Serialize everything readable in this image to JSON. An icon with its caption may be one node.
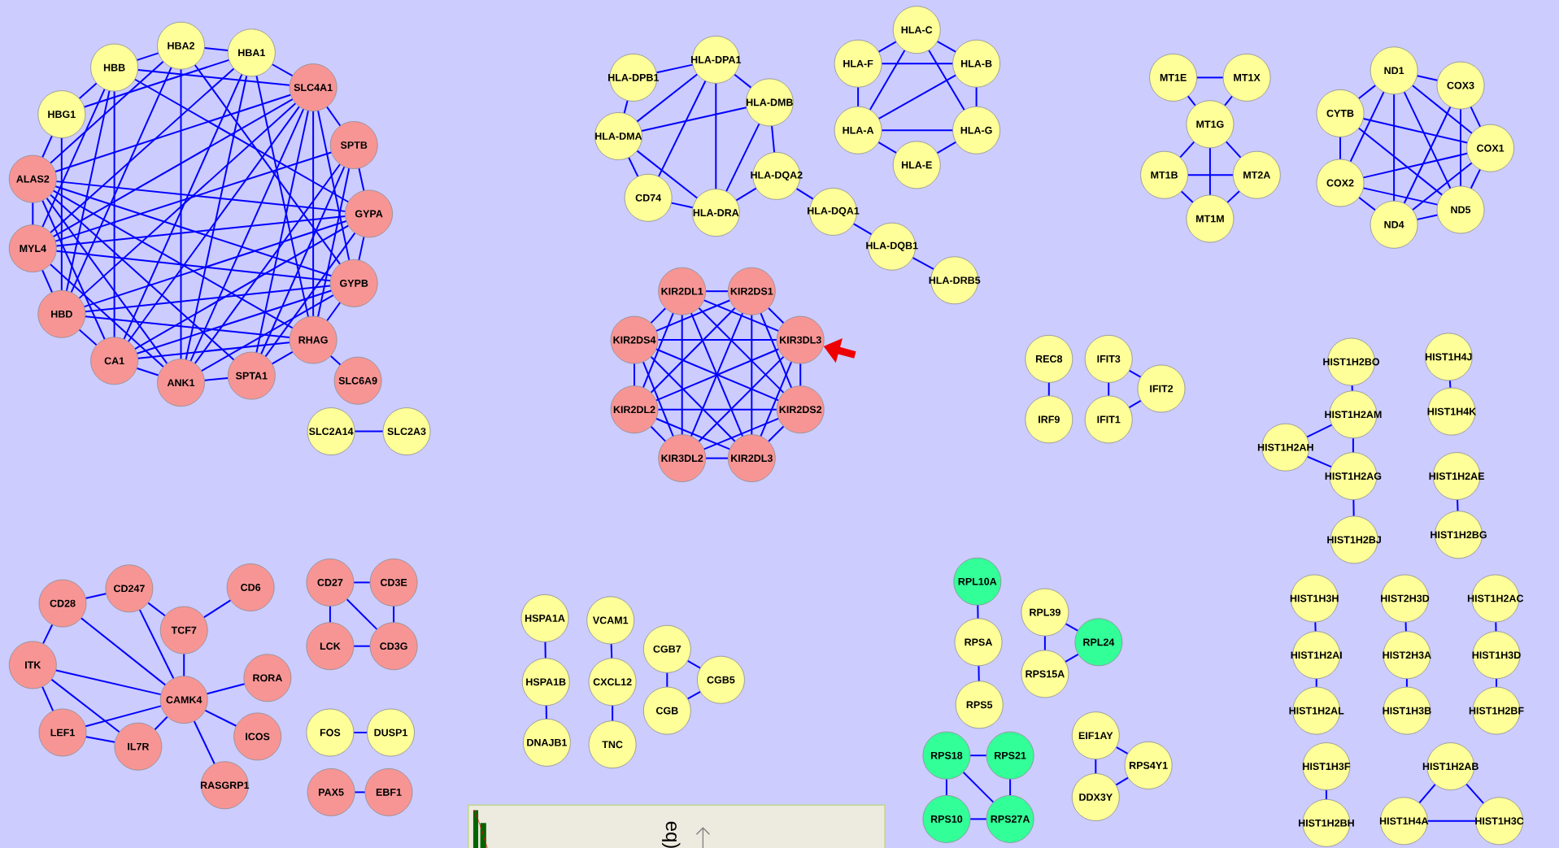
{
  "diagram": {
    "nodes": [
      {
        "text": [
          "HBB"
        ]
      },
      {
        "text": [
          "HBA2"
        ]
      },
      {
        "text": [
          "HBA1"
        ]
      },
      {
        "text": [
          "SLC4A1"
        ]
      },
      {
        "text": [
          "SPTB"
        ]
      },
      {
        "text": [
          "GYPA"
        ]
      },
      {
        "text": [
          "GYPB"
        ]
      },
      {
        "text": [
          "RHAG"
        ]
      },
      {
        "text": [
          "SPTA1"
        ]
      },
      {
        "text": [
          "ANK1"
        ]
      },
      {
        "text": [
          "CA1"
        ]
      },
      {
        "text": [
          "HBD"
        ]
      },
      {
        "text": [
          "MYL4"
        ]
      },
      {
        "text": [
          "ALAS2"
        ]
      },
      {
        "text": [
          "HBG1"
        ]
      },
      {
        "text": [
          "SLC6A9"
        ]
      },
      {
        "text": [
          "SLC2A14"
        ]
      },
      {
        "text": [
          "SLC2A3"
        ]
      },
      {
        "text": [
          "HLA-DPB1"
        ]
      },
      {
        "text": [
          "HLA-DPA1"
        ]
      },
      {
        "text": [
          "HLA-DMB"
        ]
      },
      {
        "text": [
          "HLA-DMA"
        ]
      },
      {
        "text": [
          "CD74"
        ]
      },
      {
        "text": [
          "HLA-DRA"
        ]
      },
      {
        "text": [
          "HLA-DQA2"
        ]
      },
      {
        "text": [
          "HLA-DQA1"
        ]
      },
      {
        "text": [
          "HLA-DQB1"
        ]
      },
      {
        "text": [
          "HLA-DRB5"
        ]
      },
      {
        "text": [
          "HLA-C"
        ]
      },
      {
        "text": [
          "HLA-F"
        ]
      },
      {
        "text": [
          "HLA-B"
        ]
      },
      {
        "text": [
          "HLA-A"
        ]
      },
      {
        "text": [
          "HLA-G"
        ]
      },
      {
        "text": [
          "HLA-E"
        ]
      },
      {
        "text": [
          "MT1E"
        ]
      },
      {
        "text": [
          "MT1X"
        ]
      },
      {
        "text": [
          "MT1G"
        ]
      },
      {
        "text": [
          "MT1B"
        ]
      },
      {
        "text": [
          "MT2A"
        ]
      },
      {
        "text": [
          "MT1M"
        ]
      },
      {
        "text": [
          "ND1"
        ]
      },
      {
        "text": [
          "COX3"
        ]
      },
      {
        "text": [
          "CYTB"
        ]
      },
      {
        "text": [
          "COX1"
        ]
      },
      {
        "text": [
          "COX2"
        ]
      },
      {
        "text": [
          "ND5"
        ]
      },
      {
        "text": [
          "ND4"
        ]
      },
      {
        "text": [
          "KIR2DL1"
        ]
      },
      {
        "text": [
          "KIR2DS1"
        ]
      },
      {
        "text": [
          "KIR2DS4"
        ]
      },
      {
        "text": [
          "KIR3DL3"
        ]
      },
      {
        "text": [
          "KIR2DL2"
        ]
      },
      {
        "text": [
          "KIR2DS2"
        ]
      },
      {
        "text": [
          "KIR3DL2"
        ]
      },
      {
        "text": [
          "KIR2DL3"
        ]
      },
      {
        "text": [
          "REC8"
        ]
      },
      {
        "text": [
          "IRF9"
        ]
      },
      {
        "text": [
          "IFIT3"
        ]
      },
      {
        "text": [
          "IFIT2"
        ]
      },
      {
        "text": [
          "IFIT1"
        ]
      },
      {
        "text": [
          "HIST1H2BO"
        ]
      },
      {
        "text": [
          "HIST1H2AM"
        ]
      },
      {
        "text": [
          "HIST1H2AH"
        ]
      },
      {
        "text": [
          "HIST1H2AG"
        ]
      },
      {
        "text": [
          "HIST1H2BJ"
        ]
      },
      {
        "text": [
          "HIST1H4J"
        ]
      },
      {
        "text": [
          "HIST1H4K"
        ]
      },
      {
        "text": [
          "HIST1H2AE"
        ]
      },
      {
        "text": [
          "HIST1H2BG"
        ]
      },
      {
        "text": [
          "CD28"
        ]
      },
      {
        "text": [
          "CD247"
        ]
      },
      {
        "text": [
          "CD6"
        ]
      },
      {
        "text": [
          "TCF7"
        ]
      },
      {
        "text": [
          "ITK"
        ]
      },
      {
        "text": [
          "RORA"
        ]
      },
      {
        "text": [
          "CAMK4"
        ]
      },
      {
        "text": [
          "LEF1"
        ]
      },
      {
        "text": [
          "IL7R"
        ]
      },
      {
        "text": [
          "ICOS"
        ]
      },
      {
        "text": [
          "RASGRP1"
        ]
      },
      {
        "text": [
          "CD27"
        ]
      },
      {
        "text": [
          "CD3E"
        ]
      },
      {
        "text": [
          "LCK"
        ]
      },
      {
        "text": [
          "CD3G"
        ]
      },
      {
        "text": [
          "FOS"
        ]
      },
      {
        "text": [
          "DUSP1"
        ]
      },
      {
        "text": [
          "PAX5"
        ]
      },
      {
        "text": [
          "EBF1"
        ]
      },
      {
        "text": [
          "HSPA1A"
        ]
      },
      {
        "text": [
          "HSPA1B"
        ]
      },
      {
        "text": [
          "DNAJB1"
        ]
      },
      {
        "text": [
          "VCAM1"
        ]
      },
      {
        "text": [
          "CXCL12"
        ]
      },
      {
        "text": [
          "TNC"
        ]
      },
      {
        "text": [
          "CGB7"
        ]
      },
      {
        "text": [
          "CGB5"
        ]
      },
      {
        "text": [
          "CGB"
        ]
      },
      {
        "text": [
          "RPL10A"
        ]
      },
      {
        "text": [
          "RPSA"
        ]
      },
      {
        "text": [
          "RPS5"
        ]
      },
      {
        "text": [
          "RPL39"
        ]
      },
      {
        "text": [
          "RPL24"
        ]
      },
      {
        "text": [
          "RPS15A"
        ]
      },
      {
        "text": [
          "RPS18"
        ]
      },
      {
        "text": [
          "RPS21"
        ]
      },
      {
        "text": [
          "RPS10"
        ]
      },
      {
        "text": [
          "RPS27A"
        ]
      },
      {
        "text": [
          "EIF1AY"
        ]
      },
      {
        "text": [
          "RPS4Y1"
        ]
      },
      {
        "text": [
          "DDX3Y"
        ]
      },
      {
        "text": [
          "HIST1H3H"
        ]
      },
      {
        "text": [
          "HIST2H3D"
        ]
      },
      {
        "text": [
          "HIST1H2AC"
        ]
      },
      {
        "text": [
          "HIST1H2AI"
        ]
      },
      {
        "text": [
          "HIST2H3A"
        ]
      },
      {
        "text": [
          "HIST1H3D"
        ]
      },
      {
        "text": [
          "HIST1H2AL"
        ]
      },
      {
        "text": [
          "HIST1H3B"
        ]
      },
      {
        "text": [
          "HIST1H2BF"
        ]
      },
      {
        "text": [
          "HIST1H3F"
        ]
      },
      {
        "text": [
          "HIST1H2AB"
        ]
      },
      {
        "text": [
          "HIST1H2BH"
        ]
      },
      {
        "text": [
          "HIST1H4A"
        ]
      },
      {
        "text": [
          "HIST1H3C"
        ]
      }
    ],
    "edges": [
      {
        "from": 0,
        "to": 1,
        "arrow": "none"
      },
      {
        "from": 0,
        "to": 14,
        "arrow": "none"
      },
      {
        "from": 0,
        "to": 3,
        "arrow": "none"
      },
      {
        "from": 0,
        "to": 5,
        "arrow": "none"
      },
      {
        "from": 0,
        "to": 10,
        "arrow": "none"
      },
      {
        "from": 0,
        "to": 11,
        "arrow": "none"
      },
      {
        "from": 0,
        "to": 12,
        "arrow": "none"
      },
      {
        "from": 1,
        "to": 2,
        "arrow": "none"
      },
      {
        "from": 1,
        "to": 6,
        "arrow": "none"
      },
      {
        "from": 1,
        "to": 9,
        "arrow": "none"
      },
      {
        "from": 1,
        "to": 11,
        "arrow": "none"
      },
      {
        "from": 1,
        "to": 13,
        "arrow": "none"
      },
      {
        "from": 2,
        "to": 14,
        "arrow": "none"
      },
      {
        "from": 2,
        "to": 3,
        "arrow": "none"
      },
      {
        "from": 2,
        "to": 7,
        "arrow": "none"
      },
      {
        "from": 2,
        "to": 10,
        "arrow": "none"
      },
      {
        "from": 2,
        "to": 9,
        "arrow": "none"
      },
      {
        "from": 2,
        "to": 12,
        "arrow": "none"
      },
      {
        "from": 14,
        "to": 13,
        "arrow": "none"
      },
      {
        "from": 14,
        "to": 11,
        "arrow": "none"
      },
      {
        "from": 3,
        "to": 4,
        "arrow": "none"
      },
      {
        "from": 3,
        "to": 6,
        "arrow": "none"
      },
      {
        "from": 3,
        "to": 7,
        "arrow": "none"
      },
      {
        "from": 3,
        "to": 8,
        "arrow": "none"
      },
      {
        "from": 3,
        "to": 9,
        "arrow": "none"
      },
      {
        "from": 3,
        "to": 13,
        "arrow": "none"
      },
      {
        "from": 3,
        "to": 12,
        "arrow": "none"
      },
      {
        "from": 3,
        "to": 11,
        "arrow": "none"
      },
      {
        "from": 3,
        "to": 10,
        "arrow": "none"
      },
      {
        "from": 4,
        "to": 5,
        "arrow": "none"
      },
      {
        "from": 4,
        "to": 7,
        "arrow": "none"
      },
      {
        "from": 4,
        "to": 8,
        "arrow": "none"
      },
      {
        "from": 4,
        "to": 9,
        "arrow": "none"
      },
      {
        "from": 4,
        "to": 12,
        "arrow": "none"
      },
      {
        "from": 5,
        "to": 6,
        "arrow": "none"
      },
      {
        "from": 5,
        "to": 8,
        "arrow": "none"
      },
      {
        "from": 5,
        "to": 13,
        "arrow": "none"
      },
      {
        "from": 5,
        "to": 12,
        "arrow": "none"
      },
      {
        "from": 5,
        "to": 10,
        "arrow": "none"
      },
      {
        "from": 5,
        "to": 11,
        "arrow": "none"
      },
      {
        "from": 6,
        "to": 7,
        "arrow": "none"
      },
      {
        "from": 6,
        "to": 9,
        "arrow": "none"
      },
      {
        "from": 6,
        "to": 10,
        "arrow": "none"
      },
      {
        "from": 6,
        "to": 11,
        "arrow": "none"
      },
      {
        "from": 6,
        "to": 12,
        "arrow": "none"
      },
      {
        "from": 6,
        "to": 13,
        "arrow": "none"
      },
      {
        "from": 7,
        "to": 8,
        "arrow": "none"
      },
      {
        "from": 7,
        "to": 10,
        "arrow": "none"
      },
      {
        "from": 7,
        "to": 11,
        "arrow": "none"
      },
      {
        "from": 7,
        "to": 13,
        "arrow": "none"
      },
      {
        "from": 7,
        "to": 15,
        "arrow": "none"
      },
      {
        "from": 8,
        "to": 9,
        "arrow": "none"
      },
      {
        "from": 8,
        "to": 13,
        "arrow": "none"
      },
      {
        "from": 9,
        "to": 10,
        "arrow": "none"
      },
      {
        "from": 9,
        "to": 12,
        "arrow": "none"
      },
      {
        "from": 9,
        "to": 13,
        "arrow": "none"
      },
      {
        "from": 10,
        "to": 11,
        "arrow": "none"
      },
      {
        "from": 10,
        "to": 13,
        "arrow": "none"
      },
      {
        "from": 11,
        "to": 12,
        "arrow": "none"
      },
      {
        "from": 12,
        "to": 13,
        "arrow": "none"
      },
      {
        "from": 16,
        "to": 17,
        "arrow": "none"
      },
      {
        "from": 18,
        "to": 19,
        "arrow": "none"
      },
      {
        "from": 18,
        "to": 21,
        "arrow": "none"
      },
      {
        "from": 19,
        "to": 20,
        "arrow": "none"
      },
      {
        "from": 19,
        "to": 21,
        "arrow": "none"
      },
      {
        "from": 19,
        "to": 23,
        "arrow": "none"
      },
      {
        "from": 19,
        "to": 22,
        "arrow": "none"
      },
      {
        "from": 20,
        "to": 21,
        "arrow": "none"
      },
      {
        "from": 20,
        "to": 24,
        "arrow": "none"
      },
      {
        "from": 20,
        "to": 23,
        "arrow": "none"
      },
      {
        "from": 21,
        "to": 22,
        "arrow": "none"
      },
      {
        "from": 21,
        "to": 23,
        "arrow": "none"
      },
      {
        "from": 22,
        "to": 23,
        "arrow": "none"
      },
      {
        "from": 23,
        "to": 24,
        "arrow": "none"
      },
      {
        "from": 24,
        "to": 25,
        "arrow": "none"
      },
      {
        "from": 25,
        "to": 26,
        "arrow": "none"
      },
      {
        "from": 26,
        "to": 27,
        "arrow": "none"
      },
      {
        "from": 28,
        "to": 29,
        "arrow": "none"
      },
      {
        "from": 28,
        "to": 30,
        "arrow": "none"
      },
      {
        "from": 28,
        "to": 31,
        "arrow": "none"
      },
      {
        "from": 28,
        "to": 32,
        "arrow": "none"
      },
      {
        "from": 29,
        "to": 30,
        "arrow": "none"
      },
      {
        "from": 29,
        "to": 31,
        "arrow": "none"
      },
      {
        "from": 30,
        "to": 31,
        "arrow": "none"
      },
      {
        "from": 30,
        "to": 32,
        "arrow": "none"
      },
      {
        "from": 31,
        "to": 32,
        "arrow": "none"
      },
      {
        "from": 31,
        "to": 33,
        "arrow": "none"
      },
      {
        "from": 33,
        "to": 32,
        "arrow": "none"
      },
      {
        "from": 34,
        "to": 35,
        "arrow": "none"
      },
      {
        "from": 34,
        "to": 36,
        "arrow": "none"
      },
      {
        "from": 35,
        "to": 36,
        "arrow": "none"
      },
      {
        "from": 36,
        "to": 37,
        "arrow": "none"
      },
      {
        "from": 36,
        "to": 38,
        "arrow": "none"
      },
      {
        "from": 36,
        "to": 39,
        "arrow": "none"
      },
      {
        "from": 37,
        "to": 38,
        "arrow": "none"
      },
      {
        "from": 37,
        "to": 39,
        "arrow": "none"
      },
      {
        "from": 38,
        "to": 39,
        "arrow": "none"
      },
      {
        "from": 40,
        "to": 41,
        "arrow": "none"
      },
      {
        "from": 40,
        "to": 42,
        "arrow": "none"
      },
      {
        "from": 40,
        "to": 44,
        "arrow": "none"
      },
      {
        "from": 40,
        "to": 46,
        "arrow": "none"
      },
      {
        "from": 40,
        "to": 45,
        "arrow": "none"
      },
      {
        "from": 40,
        "to": 43,
        "arrow": "none"
      },
      {
        "from": 41,
        "to": 43,
        "arrow": "none"
      },
      {
        "from": 41,
        "to": 45,
        "arrow": "none"
      },
      {
        "from": 41,
        "to": 46,
        "arrow": "none"
      },
      {
        "from": 42,
        "to": 44,
        "arrow": "none"
      },
      {
        "from": 42,
        "to": 43,
        "arrow": "none"
      },
      {
        "from": 42,
        "to": 45,
        "arrow": "none"
      },
      {
        "from": 43,
        "to": 44,
        "arrow": "none"
      },
      {
        "from": 43,
        "to": 45,
        "arrow": "none"
      },
      {
        "from": 43,
        "to": 46,
        "arrow": "none"
      },
      {
        "from": 44,
        "to": 46,
        "arrow": "none"
      },
      {
        "from": 44,
        "to": 45,
        "arrow": "none"
      },
      {
        "from": 46,
        "to": 45,
        "arrow": "none"
      },
      {
        "from": 47,
        "to": 48,
        "arrow": "none"
      },
      {
        "from": 47,
        "to": 49,
        "arrow": "none"
      },
      {
        "from": 47,
        "to": 50,
        "arrow": "none"
      },
      {
        "from": 47,
        "to": 51,
        "arrow": "none"
      },
      {
        "from": 47,
        "to": 52,
        "arrow": "none"
      },
      {
        "from": 47,
        "to": 53,
        "arrow": "none"
      },
      {
        "from": 47,
        "to": 54,
        "arrow": "none"
      },
      {
        "from": 48,
        "to": 49,
        "arrow": "none"
      },
      {
        "from": 48,
        "to": 50,
        "arrow": "none"
      },
      {
        "from": 48,
        "to": 51,
        "arrow": "none"
      },
      {
        "from": 48,
        "to": 52,
        "arrow": "none"
      },
      {
        "from": 48,
        "to": 53,
        "arrow": "none"
      },
      {
        "from": 48,
        "to": 54,
        "arrow": "none"
      },
      {
        "from": 49,
        "to": 50,
        "arrow": "none"
      },
      {
        "from": 49,
        "to": 51,
        "arrow": "none"
      },
      {
        "from": 49,
        "to": 52,
        "arrow": "none"
      },
      {
        "from": 49,
        "to": 53,
        "arrow": "none"
      },
      {
        "from": 49,
        "to": 54,
        "arrow": "none"
      },
      {
        "from": 50,
        "to": 51,
        "arrow": "none"
      },
      {
        "from": 50,
        "to": 52,
        "arrow": "none"
      },
      {
        "from": 50,
        "to": 53,
        "arrow": "none"
      },
      {
        "from": 50,
        "to": 54,
        "arrow": "none"
      },
      {
        "from": 51,
        "to": 52,
        "arrow": "none"
      },
      {
        "from": 51,
        "to": 53,
        "arrow": "none"
      },
      {
        "from": 51,
        "to": 54,
        "arrow": "none"
      },
      {
        "from": 52,
        "to": 53,
        "arrow": "none"
      },
      {
        "from": 52,
        "to": 54,
        "arrow": "none"
      },
      {
        "from": 53,
        "to": 54,
        "arrow": "none"
      },
      {
        "from": 55,
        "to": 56,
        "arrow": "none"
      },
      {
        "from": 57,
        "to": 58,
        "arrow": "none"
      },
      {
        "from": 57,
        "to": 59,
        "arrow": "none"
      },
      {
        "from": 59,
        "to": 58,
        "arrow": "none"
      },
      {
        "from": 60,
        "to": 61,
        "arrow": "none"
      },
      {
        "from": 61,
        "to": 62,
        "arrow": "none"
      },
      {
        "from": 61,
        "to": 63,
        "arrow": "none"
      },
      {
        "from": 62,
        "to": 63,
        "arrow": "none"
      },
      {
        "from": 63,
        "to": 64,
        "arrow": "none"
      },
      {
        "from": 65,
        "to": 66,
        "arrow": "none"
      },
      {
        "from": 67,
        "to": 68,
        "arrow": "none"
      },
      {
        "from": 69,
        "to": 70,
        "arrow": "none"
      },
      {
        "from": 69,
        "to": 73,
        "arrow": "none"
      },
      {
        "from": 69,
        "to": 75,
        "arrow": "none"
      },
      {
        "from": 70,
        "to": 72,
        "arrow": "none"
      },
      {
        "from": 70,
        "to": 75,
        "arrow": "none"
      },
      {
        "from": 72,
        "to": 71,
        "arrow": "none"
      },
      {
        "from": 72,
        "to": 75,
        "arrow": "none"
      },
      {
        "from": 73,
        "to": 75,
        "arrow": "none"
      },
      {
        "from": 73,
        "to": 76,
        "arrow": "none"
      },
      {
        "from": 73,
        "to": 77,
        "arrow": "none"
      },
      {
        "from": 76,
        "to": 75,
        "arrow": "none"
      },
      {
        "from": 76,
        "to": 77,
        "arrow": "none"
      },
      {
        "from": 77,
        "to": 75,
        "arrow": "none"
      },
      {
        "from": 75,
        "to": 74,
        "arrow": "none"
      },
      {
        "from": 75,
        "to": 78,
        "arrow": "none"
      },
      {
        "from": 75,
        "to": 79,
        "arrow": "none"
      },
      {
        "from": 80,
        "to": 81,
        "arrow": "none"
      },
      {
        "from": 80,
        "to": 82,
        "arrow": "none"
      },
      {
        "from": 80,
        "to": 83,
        "arrow": "none"
      },
      {
        "from": 81,
        "to": 83,
        "arrow": "none"
      },
      {
        "from": 82,
        "to": 83,
        "arrow": "none"
      },
      {
        "from": 84,
        "to": 85,
        "arrow": "none"
      },
      {
        "from": 86,
        "to": 87,
        "arrow": "none"
      },
      {
        "from": 88,
        "to": 89,
        "arrow": "none"
      },
      {
        "from": 89,
        "to": 90,
        "arrow": "none"
      },
      {
        "from": 91,
        "to": 92,
        "arrow": "none"
      },
      {
        "from": 92,
        "to": 93,
        "arrow": "none"
      },
      {
        "from": 94,
        "to": 95,
        "arrow": "none"
      },
      {
        "from": 94,
        "to": 96,
        "arrow": "none"
      },
      {
        "from": 96,
        "to": 95,
        "arrow": "none"
      },
      {
        "from": 97,
        "to": 98,
        "arrow": "none"
      },
      {
        "from": 98,
        "to": 99,
        "arrow": "none"
      },
      {
        "from": 100,
        "to": 101,
        "arrow": "none"
      },
      {
        "from": 100,
        "to": 102,
        "arrow": "none"
      },
      {
        "from": 102,
        "to": 101,
        "arrow": "none"
      },
      {
        "from": 103,
        "to": 104,
        "arrow": "none"
      },
      {
        "from": 103,
        "to": 105,
        "arrow": "none"
      },
      {
        "from": 103,
        "to": 106,
        "arrow": "none"
      },
      {
        "from": 104,
        "to": 106,
        "arrow": "none"
      },
      {
        "from": 105,
        "to": 106,
        "arrow": "none"
      },
      {
        "from": 107,
        "to": 108,
        "arrow": "none"
      },
      {
        "from": 107,
        "to": 109,
        "arrow": "none"
      },
      {
        "from": 109,
        "to": 108,
        "arrow": "none"
      },
      {
        "from": 110,
        "to": 113,
        "arrow": "none"
      },
      {
        "from": 113,
        "to": 116,
        "arrow": "none"
      },
      {
        "from": 111,
        "to": 114,
        "arrow": "none"
      },
      {
        "from": 114,
        "to": 117,
        "arrow": "none"
      },
      {
        "from": 112,
        "to": 115,
        "arrow": "none"
      },
      {
        "from": 115,
        "to": 118,
        "arrow": "none"
      },
      {
        "from": 119,
        "to": 121,
        "arrow": "none"
      },
      {
        "from": 120,
        "to": 122,
        "arrow": "none"
      },
      {
        "from": 120,
        "to": 123,
        "arrow": "none"
      },
      {
        "from": 122,
        "to": 123,
        "arrow": "none"
      },
      {
        "from": null,
        "to": 50,
        "arrow": "to",
        "style": "thick",
        "color": "#ee0000"
      }
    ],
    "labels": [
      "eq)"
    ]
  }
}
